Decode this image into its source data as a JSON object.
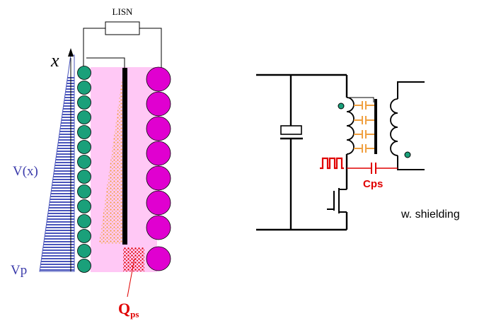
{
  "labels": {
    "lisn": "LISN",
    "x_axis": "x",
    "v_x": "V(x)",
    "vp": "Vp",
    "q_main": "Q",
    "q_sub": "ps",
    "cps": "Cps",
    "shielding": "w. shielding"
  },
  "colors": {
    "primary_winding": "#1aa07a",
    "secondary_winding": "#e000d0",
    "insulation": "#ffc8f5",
    "voltage_stripes": "#4a55bb",
    "label_blue": "#3a3aaa",
    "charge_dots": "#f0a040",
    "red": "#e00000",
    "parasitic_cap": "#f0a040",
    "wire": "#000000"
  },
  "icons": {
    "transformer": "transformer-symbol",
    "mosfet": "mosfet-symbol",
    "capacitor": "capacitor-symbol",
    "pulse": "square-pulse-symbol"
  }
}
